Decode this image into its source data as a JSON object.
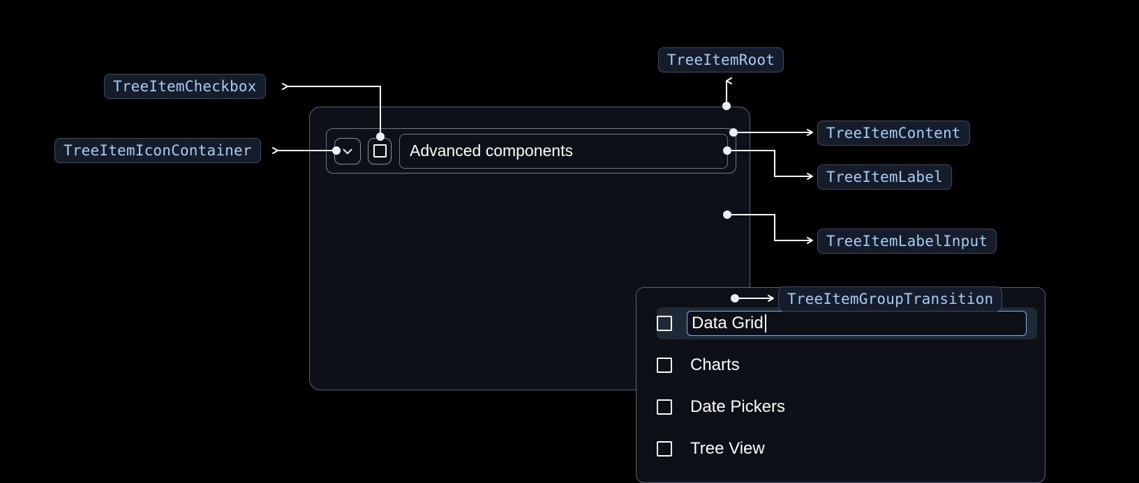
{
  "background": "#000000",
  "accent_blue": "#a8cdf5",
  "badge_bg": "#151d2b",
  "badge_border": "#3d4c63",
  "annotations": [
    {
      "key": "checkbox",
      "label": "TreeItemCheckbox"
    },
    {
      "key": "icon_container",
      "label": "TreeItemIconContainer"
    },
    {
      "key": "root",
      "label": "TreeItemRoot"
    },
    {
      "key": "content",
      "label": "TreeItemContent"
    },
    {
      "key": "label",
      "label": "TreeItemLabel"
    },
    {
      "key": "label_input",
      "label": "TreeItemLabelInput"
    },
    {
      "key": "group_transition",
      "label": "TreeItemGroupTransition"
    }
  ],
  "tree": {
    "root_label": "Advanced components",
    "expand_icon": "chevron-down-icon",
    "root_checkbox_checked": false,
    "editing_item": {
      "value": "Data Grid",
      "placeholder": "",
      "selected": true,
      "checked": false
    },
    "children": [
      {
        "label": "Charts",
        "checked": false
      },
      {
        "label": "Date Pickers",
        "checked": false
      },
      {
        "label": "Tree View",
        "checked": false
      }
    ]
  }
}
